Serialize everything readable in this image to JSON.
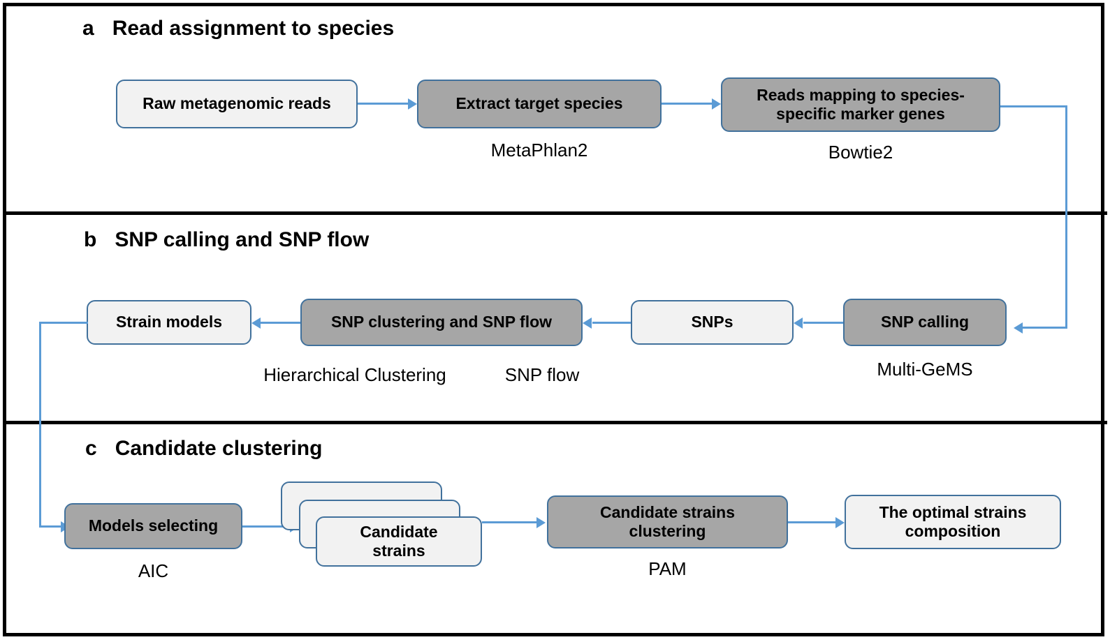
{
  "figure": {
    "type": "workflow-diagram",
    "panels": [
      {
        "letter": "a",
        "title": "Read assignment to species",
        "nodes": [
          {
            "id": "raw-reads",
            "label": "Raw metagenomic reads",
            "style": "light",
            "caption": ""
          },
          {
            "id": "extract-species",
            "label": "Extract target species",
            "style": "gray",
            "caption": "MetaPhlan2"
          },
          {
            "id": "reads-mapping",
            "label": "Reads  mapping to species-specific marker genes",
            "style": "gray",
            "caption": "Bowtie2"
          }
        ]
      },
      {
        "letter": "b",
        "title": "SNP calling and SNP flow",
        "nodes": [
          {
            "id": "strain-models",
            "label": "Strain models",
            "style": "light",
            "caption": ""
          },
          {
            "id": "snp-clustering",
            "label": "SNP clustering and SNP flow",
            "style": "gray",
            "caption": "Hierarchical Clustering"
          },
          {
            "id": "snp-flow-caption",
            "label": "",
            "style": "none",
            "caption": "SNP flow"
          },
          {
            "id": "snps",
            "label": "SNPs",
            "style": "light",
            "caption": ""
          },
          {
            "id": "snp-calling",
            "label": "SNP calling",
            "style": "gray",
            "caption": "Multi-GeMS"
          }
        ]
      },
      {
        "letter": "c",
        "title": "Candidate clustering",
        "nodes": [
          {
            "id": "models-selecting",
            "label": "Models selecting",
            "style": "gray",
            "caption": "AIC"
          },
          {
            "id": "candidate-strains",
            "label": "Candidate strains",
            "style": "light-stack",
            "caption": ""
          },
          {
            "id": "candidate-strains-clustering",
            "label": "Candidate strains clustering",
            "style": "gray",
            "caption": "PAM"
          },
          {
            "id": "optimal-strains",
            "label": "The optimal strains composition",
            "style": "light",
            "caption": ""
          }
        ]
      }
    ],
    "colors": {
      "frame": "#000000",
      "node_border": "#41719C",
      "node_light_fill": "#F2F2F2",
      "node_gray_fill": "#A6A6A6",
      "connector": "#5B9BD5",
      "text": "#000000",
      "background": "#FFFFFF"
    }
  },
  "panel_a": {
    "letter": "a",
    "title": "Read assignment to species",
    "raw_reads": "Raw metagenomic reads",
    "extract_species": "Extract target species",
    "extract_species_caption": "MetaPhlan2",
    "reads_mapping_line1": "Reads  mapping to species-",
    "reads_mapping_line2": "specific marker genes",
    "reads_mapping_caption": "Bowtie2"
  },
  "panel_b": {
    "letter": "b",
    "title": "SNP calling and SNP flow",
    "strain_models": "Strain models",
    "snp_clustering": "SNP clustering and SNP flow",
    "hierarchical_caption": "Hierarchical Clustering",
    "snp_flow_caption": "SNP flow",
    "snps": "SNPs",
    "snp_calling": "SNP calling",
    "snp_calling_caption": "Multi-GeMS"
  },
  "panel_c": {
    "letter": "c",
    "title": "Candidate clustering",
    "models_selecting": "Models selecting",
    "models_selecting_caption": "AIC",
    "candidate_strains_line1": "Candidate",
    "candidate_strains_line2": "strains",
    "clustering_line1": "Candidate strains",
    "clustering_line2": "clustering",
    "clustering_caption": "PAM",
    "optimal_line1": "The optimal strains",
    "optimal_line2": "composition"
  }
}
